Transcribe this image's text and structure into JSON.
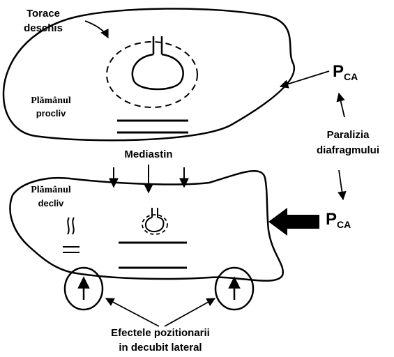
{
  "labels": {
    "open_chest_line1": "Torace",
    "open_chest_line2": "deschis",
    "upper_lung_line1": "Plămânul",
    "upper_lung_line2": "procliv",
    "lower_lung_line1": "Plămânul",
    "lower_lung_line2": "decliv",
    "mediastinum": "Mediastin",
    "paralysis_line1": "Paralizia",
    "paralysis_line2": "diafragmului",
    "pressure_main": "P",
    "pressure_sub": "CA",
    "effects_line1": "Efectele pozitionarii",
    "effects_line2": "in decubit lateral"
  },
  "colors": {
    "ink": "#000000",
    "background": "#ffffff"
  }
}
